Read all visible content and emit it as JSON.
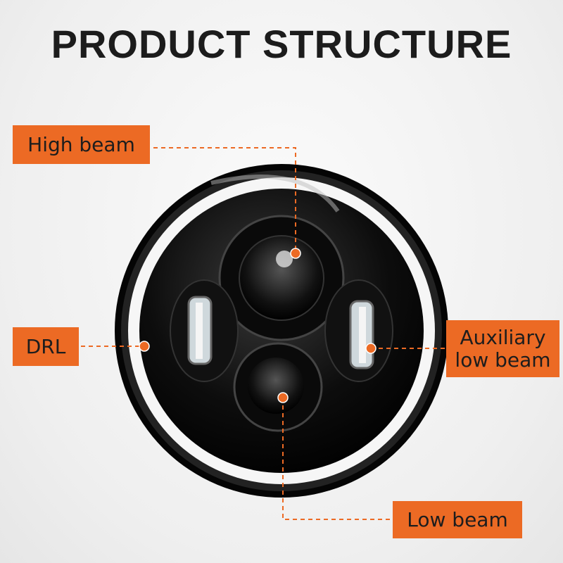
{
  "title": "PRODUCT STRUCTURE",
  "labels": {
    "high_beam": "High beam",
    "drl": "DRL",
    "aux_line1": "Auxiliary",
    "aux_line2": "low beam",
    "low_beam": "Low beam"
  },
  "colors": {
    "accent": "#ec6a24",
    "text": "#1c1c1c"
  }
}
